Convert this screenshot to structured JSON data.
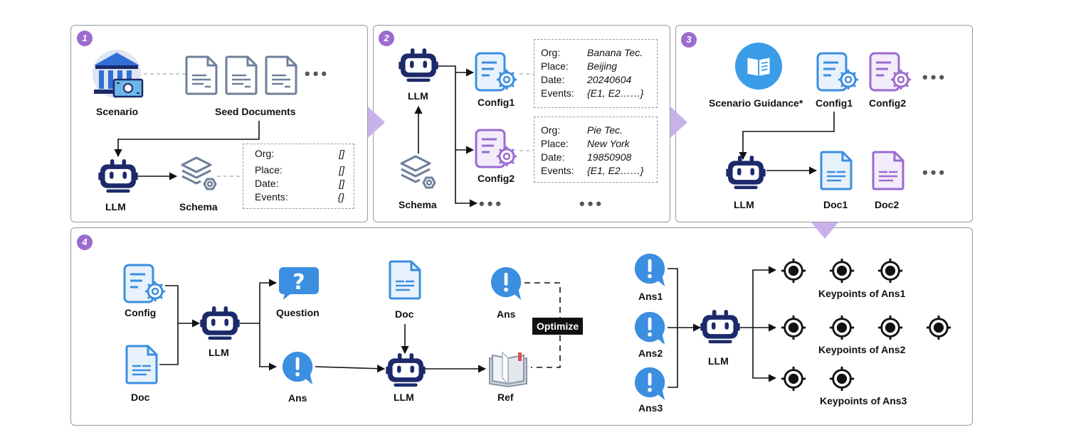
{
  "panels": {
    "p1": {
      "badge": "1",
      "scenario": "Scenario",
      "seed_documents": "Seed Documents",
      "llm": "LLM",
      "schema": "Schema",
      "fields": [
        {
          "k": "Org:",
          "v": "[]"
        },
        {
          "k": "Place:",
          "v": "[]"
        },
        {
          "k": "Date:",
          "v": "[]"
        },
        {
          "k": "Events:",
          "v": "{}"
        }
      ],
      "dots": "•••"
    },
    "p2": {
      "badge": "2",
      "llm": "LLM",
      "schema": "Schema",
      "config1": "Config1",
      "config2": "Config2",
      "config1_fields": [
        {
          "k": "Org:",
          "v": "Banana Tec."
        },
        {
          "k": "Place:",
          "v": "Beijing"
        },
        {
          "k": "Date:",
          "v": "20240604"
        },
        {
          "k": "Events:",
          "v": "{E1, E2……}"
        }
      ],
      "config2_fields": [
        {
          "k": "Org:",
          "v": "Pie Tec."
        },
        {
          "k": "Place:",
          "v": "New York"
        },
        {
          "k": "Date:",
          "v": "19850908"
        },
        {
          "k": "Events:",
          "v": "{E1, E2……}"
        }
      ],
      "dots": "•••"
    },
    "p3": {
      "badge": "3",
      "scenario_guidance": "Scenario Guidance*",
      "config1": "Config1",
      "config2": "Config2",
      "llm": "LLM",
      "doc1": "Doc1",
      "doc2": "Doc2",
      "dots": "•••"
    },
    "p4": {
      "badge": "4",
      "config": "Config",
      "doc": "Doc",
      "llm": "LLM",
      "question": "Question",
      "ans": "Ans",
      "doc_mid": "Doc",
      "llm_mid": "LLM",
      "ans_top": "Ans",
      "ref": "Ref",
      "optimize": "Optimize",
      "ans1": "Ans1",
      "ans2": "Ans2",
      "ans3": "Ans3",
      "llm_right": "LLM",
      "kp1": "Keypoints of Ans1",
      "kp2": "Keypoints of Ans2",
      "kp3": "Keypoints of Ans3"
    }
  },
  "colors": {
    "navy": "#1c2a6b",
    "blue": "#3b8ee0",
    "purple": "#9b6bd0",
    "gray": "#6e7f99"
  }
}
